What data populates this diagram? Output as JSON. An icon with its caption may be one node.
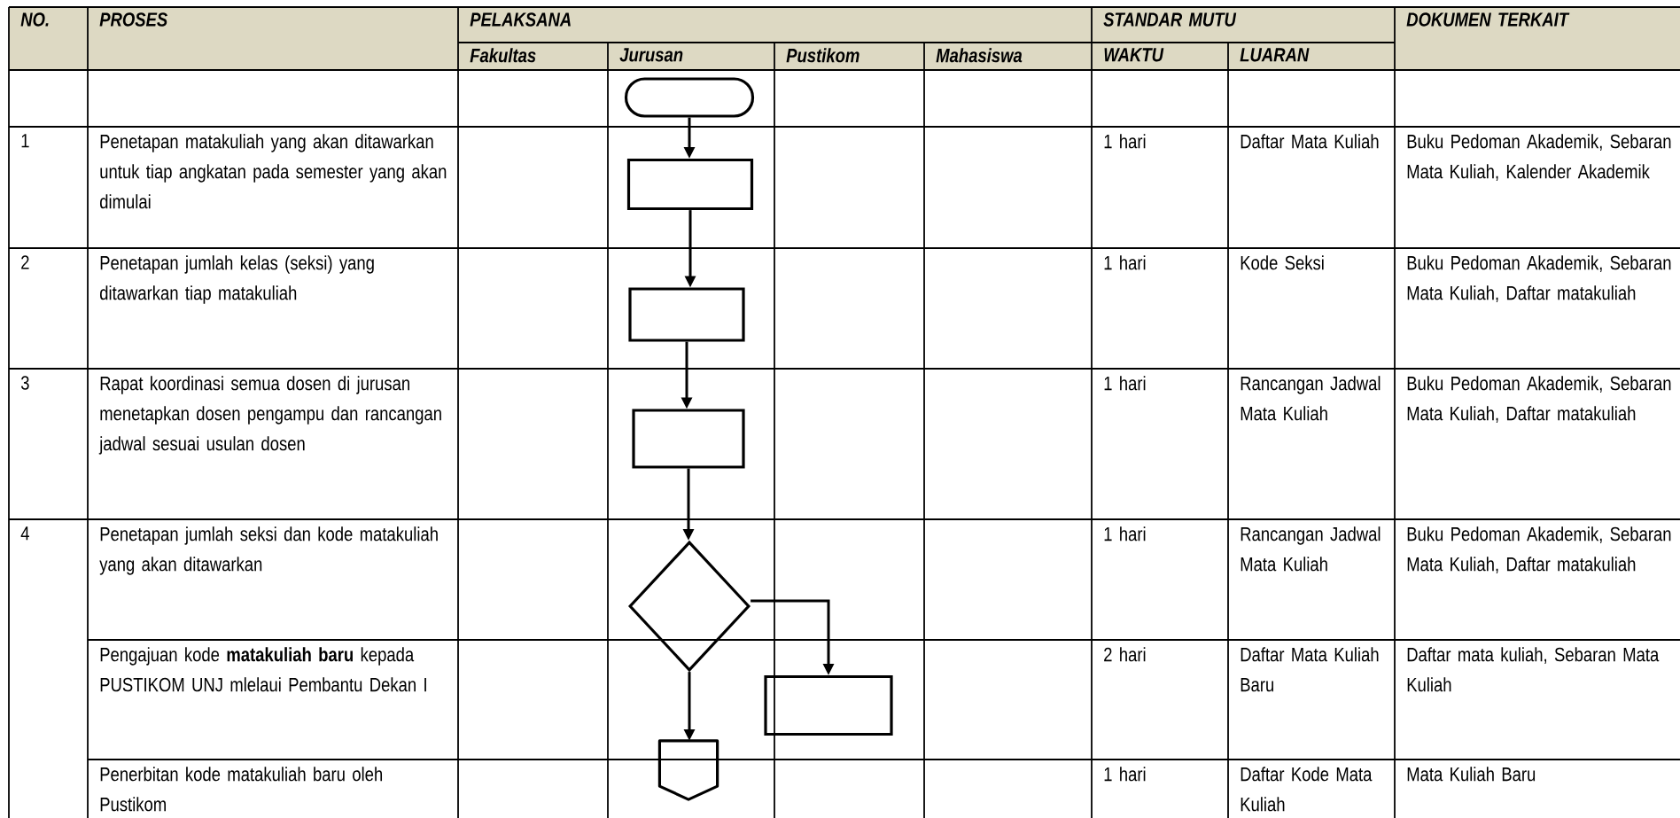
{
  "diagram": {
    "nodes": [
      {
        "text": [],
        "shape": "pill"
      },
      {
        "text": [],
        "shape": "box"
      },
      {
        "text": [],
        "shape": "box"
      },
      {
        "text": [],
        "shape": "box"
      },
      {
        "text": [],
        "shape": "diamond"
      },
      {
        "text": [],
        "shape": "box"
      },
      {
        "text": [],
        "shape": "pentagon"
      }
    ],
    "edges": [
      {
        "from": 0,
        "to": 1,
        "arrow": "to"
      },
      {
        "from": 1,
        "to": 2,
        "arrow": "to"
      },
      {
        "from": 2,
        "to": 3,
        "arrow": "to"
      },
      {
        "from": 3,
        "to": 4,
        "arrow": "to"
      },
      {
        "from": 4,
        "to": 5,
        "arrow": "to"
      },
      {
        "from": 4,
        "to": 6,
        "arrow": "to"
      }
    ],
    "labels": [
      "NO.",
      "PROSES",
      "PELAKSANA",
      "STANDAR MUTU",
      "DOKUMEN TERKAIT",
      "Fakultas",
      "Jurusan",
      "Pustikom",
      "Mahasiswa",
      "WAKTU",
      "LUARAN",
      "1",
      "Penetapan matakuliah yang akan ditawarkan untuk tiap angkatan pada semester yang akan dimulai",
      "1 hari",
      "Daftar Mata Kuliah",
      "Buku Pedoman Akademik, Sebaran Mata Kuliah, Kalender Akademik",
      "2",
      "Penetapan jumlah kelas (seksi) yang ditawarkan tiap matakuliah",
      "1 hari",
      "Kode Seksi",
      "Buku Pedoman Akademik, Sebaran Mata Kuliah, Daftar matakuliah",
      "3",
      "Rapat koordinasi semua dosen di jurusan menetapkan dosen pengampu dan rancangan jadwal sesuai usulan dosen",
      "1 hari",
      "Rancangan Jadwal Mata Kuliah",
      "Buku Pedoman Akademik, Sebaran Mata Kuliah, Daftar matakuliah",
      "4",
      "Penetapan jumlah seksi dan kode matakuliah yang akan ditawarkan",
      "1 hari",
      "Rancangan Jadwal Mata Kuliah",
      "Buku Pedoman Akademik, Sebaran Mata Kuliah, Daftar matakuliah",
      "Pengajuan kode **matakuliah baru** kepada PUSTIKOM UNJ mlelaui Pembantu Dekan I",
      "2 hari",
      "Daftar Mata Kuliah Baru",
      "Daftar mata kuliah, Sebaran Mata Kuliah",
      "Penerbitan kode matakuliah baru oleh Pustikom",
      "1 hari",
      "Daftar Kode Mata Kuliah",
      "Mata Kuliah Baru"
    ]
  }
}
